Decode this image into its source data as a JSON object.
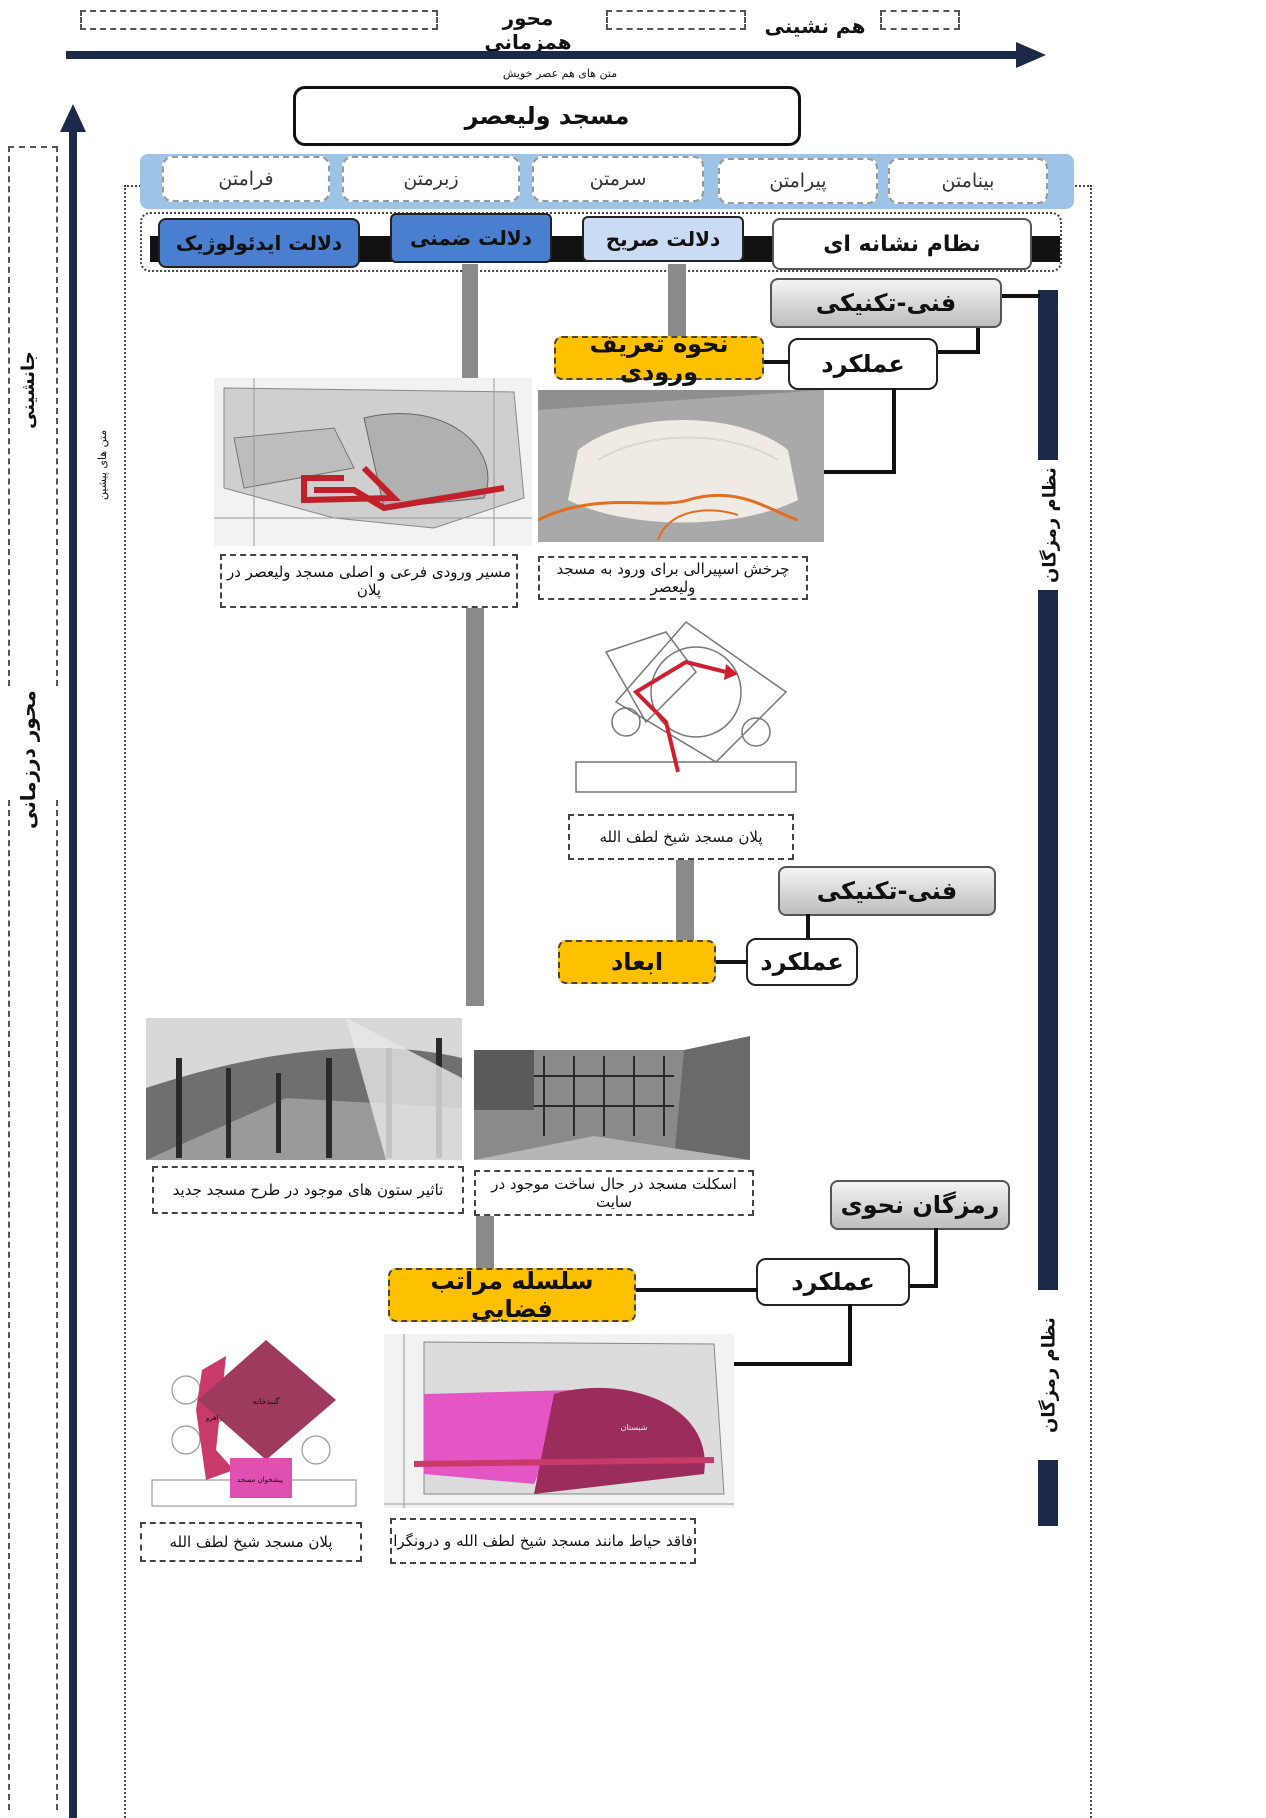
{
  "top_axis": {
    "label": "محور همزمانی",
    "right_label": "هم نشینی",
    "sub_label": "متن های هم عصر خویش"
  },
  "left_axis": {
    "label": "محور درزمانی",
    "top_label": "جانشینی",
    "sub_label": "متن های پیشین"
  },
  "title": "مسجد ولیعصر",
  "text_types": [
    "بینامتن",
    "پیرامتن",
    "سرمتن",
    "زبرمتن",
    "فرامتن"
  ],
  "signs": {
    "system": "نظام نشانه ای",
    "explicit": "دلالت صریح",
    "implicit": "دلالت ضمنی",
    "ideological": "دلالت ایدئولوژیک"
  },
  "code_system_label": "نظام رمزگان",
  "section1": {
    "category": "فنی-تکنیکی",
    "function": "عملکرد",
    "topic": "نحوه تعریف ورودی",
    "captions": {
      "plan_entry": "مسیر ورودی فرعی و اصلی مسجد ولیعصر در پلان",
      "spiral": "چرخش اسپیرالی برای ورود به مسجد ولیعصر",
      "lotfollah_plan": "پلان مسجد شیخ لطف الله"
    }
  },
  "section2": {
    "category": "فنی-تکنیکی",
    "function": "عملکرد",
    "topic": "ابعاد",
    "captions": {
      "columns": "تاثیر ستون های موجود در طرح مسجد جدید",
      "skeleton": "اسکلت مسجد در حال ساخت موجود در سایت"
    }
  },
  "section3": {
    "category": "رمزگان نحوی",
    "function": "عملکرد",
    "topic": "سلسله مراتب فضایی",
    "captions": {
      "lotfollah_plan": "پلان مسجد شیخ لطف الله",
      "courtyard": "فاقد حیاط مانند مسجد شیخ لطف الله و درونگرا"
    },
    "plan_labels": {
      "dome": "گنبدخانه",
      "corridor": "راهرو",
      "vestibule": "پیشخوان مسجد",
      "courtyard": "شبستان"
    }
  },
  "colors": {
    "navy": "#1b2a4a",
    "light_blue": "#9dc3e6",
    "mid_blue": "#4a7fcf",
    "yellow": "#ffc000",
    "gray_bar": "#8a8a8a"
  }
}
